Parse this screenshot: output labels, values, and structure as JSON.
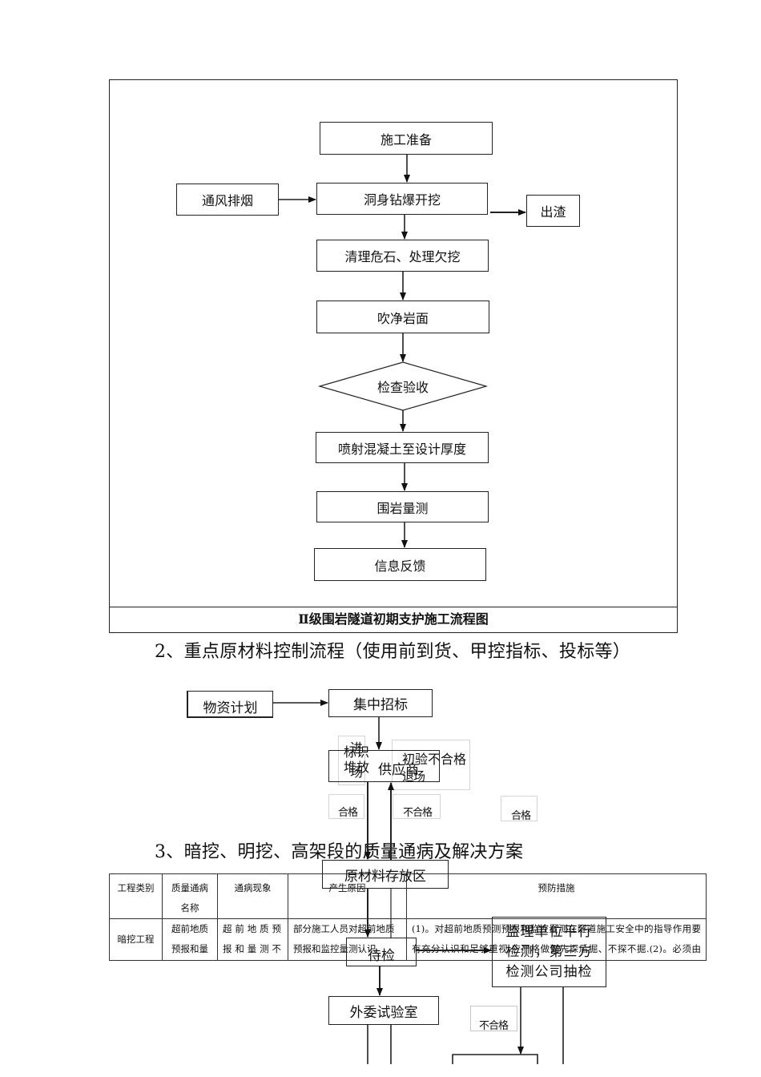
{
  "flowchart1": {
    "nodes": {
      "prep": "施工准备",
      "ventilation": "通风排烟",
      "excavation": "洞身钻爆开挖",
      "muck": "出渣",
      "cleanup": "清理危石、处理欠挖",
      "blow": "吹净岩面",
      "inspect": "检查验收",
      "shotcrete": "喷射混凝土至设计厚度",
      "measure": "围岩量测",
      "feedback": "信息反馈"
    },
    "caption": "Ⅱ级围岩隧道初期支护施工流程图"
  },
  "section2": {
    "heading": "2、重点原材料控制流程（使用前到货、甲控指标、投标等）"
  },
  "flowchart2": {
    "nodes": {
      "plan": "物资计划",
      "tender": "集中招标",
      "supplier": "供应商",
      "storage": "原材料存放区",
      "pending": "待检",
      "supervision": "监理单位平行检测，第三方检测公司抽检",
      "lab": "外委试验室"
    },
    "labels": {
      "mark_stack": [
        "标识",
        "堆放"
      ],
      "enter": [
        "进",
        "场"
      ],
      "reject_initial": [
        "初验不合格",
        "退场"
      ],
      "pass_left": "合格",
      "fail_mid": "不合格",
      "pass_right": "合格",
      "fail_bottom": "不合格"
    }
  },
  "section3": {
    "heading": "3、暗挖、明挖、高架段的质量通病及解决方案"
  },
  "table": {
    "headers": [
      "工程类别",
      "质量通病名称",
      "通病现象",
      "产生原因",
      "预防措施"
    ],
    "rows": [
      [
        "暗挖工程",
        "超前地质预报和量",
        "超前地质预报和量测不",
        "部分施工人员对超前地质预报和监控量测认识",
        "(1)。对超前地质预测预报和监控量测在隧道施工安全中的指导作用要有充分认识和足够重视,应严格做到先探后掘、不探不掘.(2)。必须由"
      ]
    ]
  }
}
